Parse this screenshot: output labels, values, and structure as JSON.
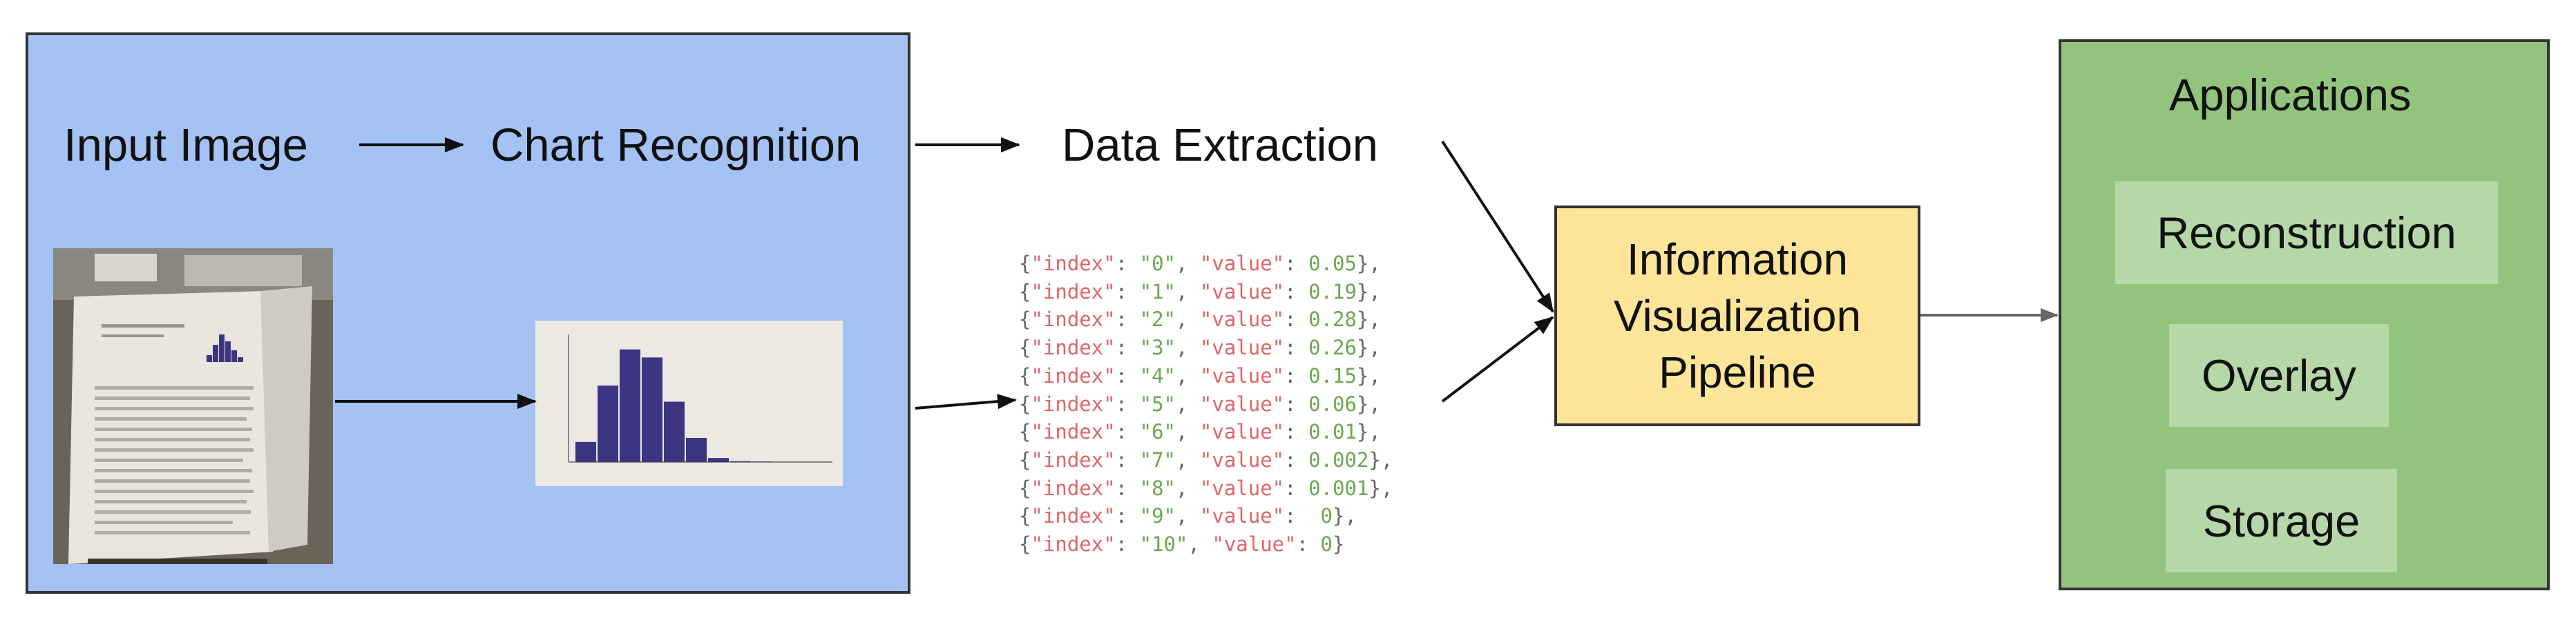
{
  "diagram": {
    "input_panel": {
      "input_label": "Input Image",
      "recognition_label": "Chart Recognition"
    },
    "extraction_label": "Data Extraction",
    "json_output": [
      {
        "index": "0",
        "value": "0.05"
      },
      {
        "index": "1",
        "value": "0.19"
      },
      {
        "index": "2",
        "value": "0.28"
      },
      {
        "index": "3",
        "value": "0.26"
      },
      {
        "index": "4",
        "value": "0.15"
      },
      {
        "index": "5",
        "value": "0.06"
      },
      {
        "index": "6",
        "value": "0.01"
      },
      {
        "index": "7",
        "value": "0.002"
      },
      {
        "index": "8",
        "value": "0.001"
      },
      {
        "index": "9",
        "value": " 0"
      },
      {
        "index": "10",
        "value": "0"
      }
    ],
    "pipeline": {
      "line1": "Information",
      "line2": "Visualization",
      "line3": "Pipeline"
    },
    "applications": {
      "title": "Applications",
      "items": [
        "Reconstruction",
        "Overlay",
        "Storage"
      ]
    },
    "colors": {
      "input_panel": "#a4c2f4",
      "pipeline_box": "#ffe599",
      "applications_panel": "#93c47d",
      "application_item": "#b6d7a8",
      "histogram_bar": "#3d3582"
    }
  }
}
